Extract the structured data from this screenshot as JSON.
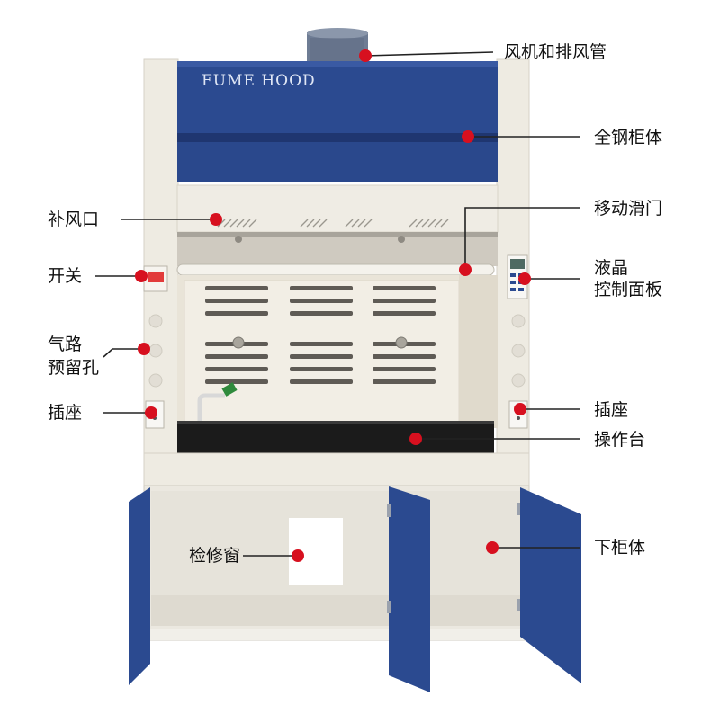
{
  "brand_text": "FUME HOOD",
  "colors": {
    "cabinet_blue": "#2b4a90",
    "frame_cream": "#eeebe2",
    "marker_red": "#d7101f",
    "worktop": "#1b1b1b"
  },
  "labels": {
    "fan_duct": "风机和排风管",
    "steel_body": "全钢柜体",
    "air_supply": "补风口",
    "sliding_door": "移动滑门",
    "switch": "开关",
    "lcd_line1": "液晶",
    "lcd_line2": "控制面板",
    "gas_line1": "气路",
    "gas_line2": "预留孔",
    "socket_left": "插座",
    "socket_right": "插座",
    "worktop": "操作台",
    "inspection_window": "检修窗",
    "lower_cabinet": "下柜体"
  }
}
